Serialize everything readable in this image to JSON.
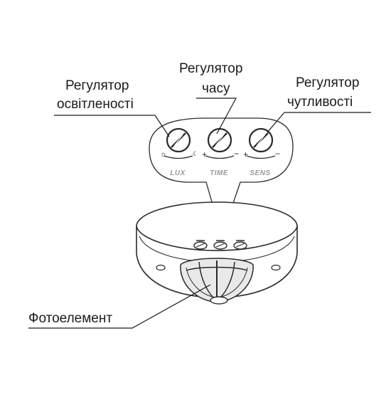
{
  "labels": {
    "brightness_l1": "Регулятор",
    "brightness_l2": "освітленості",
    "time_l1": "Регулятор",
    "time_l2": "часу",
    "sens_l1": "Регулятор",
    "sens_l2": "чутливості",
    "photo": "Фотоелемент"
  },
  "knobs": [
    {
      "caption": "LUX",
      "left_symbol": "☼",
      "right_symbol": "☾"
    },
    {
      "caption": "TIME",
      "left_symbol": "+",
      "right_symbol": "−"
    },
    {
      "caption": "SENS",
      "left_symbol": "+",
      "right_symbol": "−"
    }
  ],
  "colors": {
    "line": "#1a1a1a",
    "outline": "#2a2a2a",
    "shade": "#d6d6d6"
  }
}
